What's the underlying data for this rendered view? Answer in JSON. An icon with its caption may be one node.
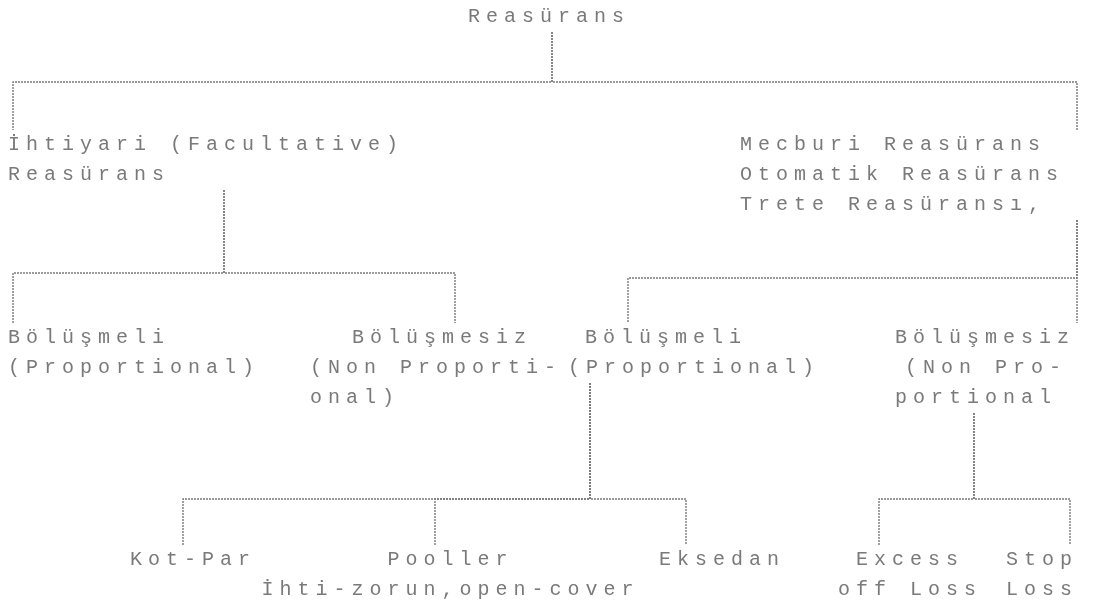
{
  "diagram": {
    "nodes": [
      {
        "text": [
          "Reasürans"
        ]
      },
      {
        "text": [
          "İhtiyari (Facultative) Reasürans"
        ]
      },
      {
        "text": [
          "Mecburi Reasürans",
          "Otomatik Reasürans",
          "Trete Reasüransı,"
        ]
      },
      {
        "text": [
          "Bölüşmeli",
          "(Proportional)"
        ]
      },
      {
        "text": [
          "Bölüşmesiz",
          "(Non Proporti- onal)"
        ]
      },
      {
        "text": [
          "Bölüşmeli",
          "(Proportional)"
        ]
      },
      {
        "text": [
          "Bölüşmesiz",
          "(Non Pro- portional"
        ]
      },
      {
        "text": [
          "Kot-Par"
        ]
      },
      {
        "text": [
          "Pooller",
          "İhti-zorun,open-cover"
        ]
      },
      {
        "text": [
          "Eksedan"
        ]
      },
      {
        "text": [
          "Excess off Loss"
        ]
      },
      {
        "text": [
          "Stop Loss"
        ]
      }
    ],
    "edges": [
      {
        "from": 0,
        "to": 1,
        "arrow": "none"
      },
      {
        "from": 0,
        "to": 2,
        "arrow": "none"
      },
      {
        "from": 1,
        "to": 3,
        "arrow": "none"
      },
      {
        "from": 1,
        "to": 4,
        "arrow": "none"
      },
      {
        "from": 2,
        "to": 5,
        "arrow": "none"
      },
      {
        "from": 2,
        "to": 6,
        "arrow": "none"
      },
      {
        "from": 5,
        "to": 7,
        "arrow": "none"
      },
      {
        "from": 5,
        "to": 8,
        "arrow": "none"
      },
      {
        "from": 5,
        "to": 9,
        "arrow": "none"
      },
      {
        "from": 6,
        "to": 10,
        "arrow": "none"
      },
      {
        "from": 6,
        "to": 11,
        "arrow": "none"
      }
    ]
  }
}
